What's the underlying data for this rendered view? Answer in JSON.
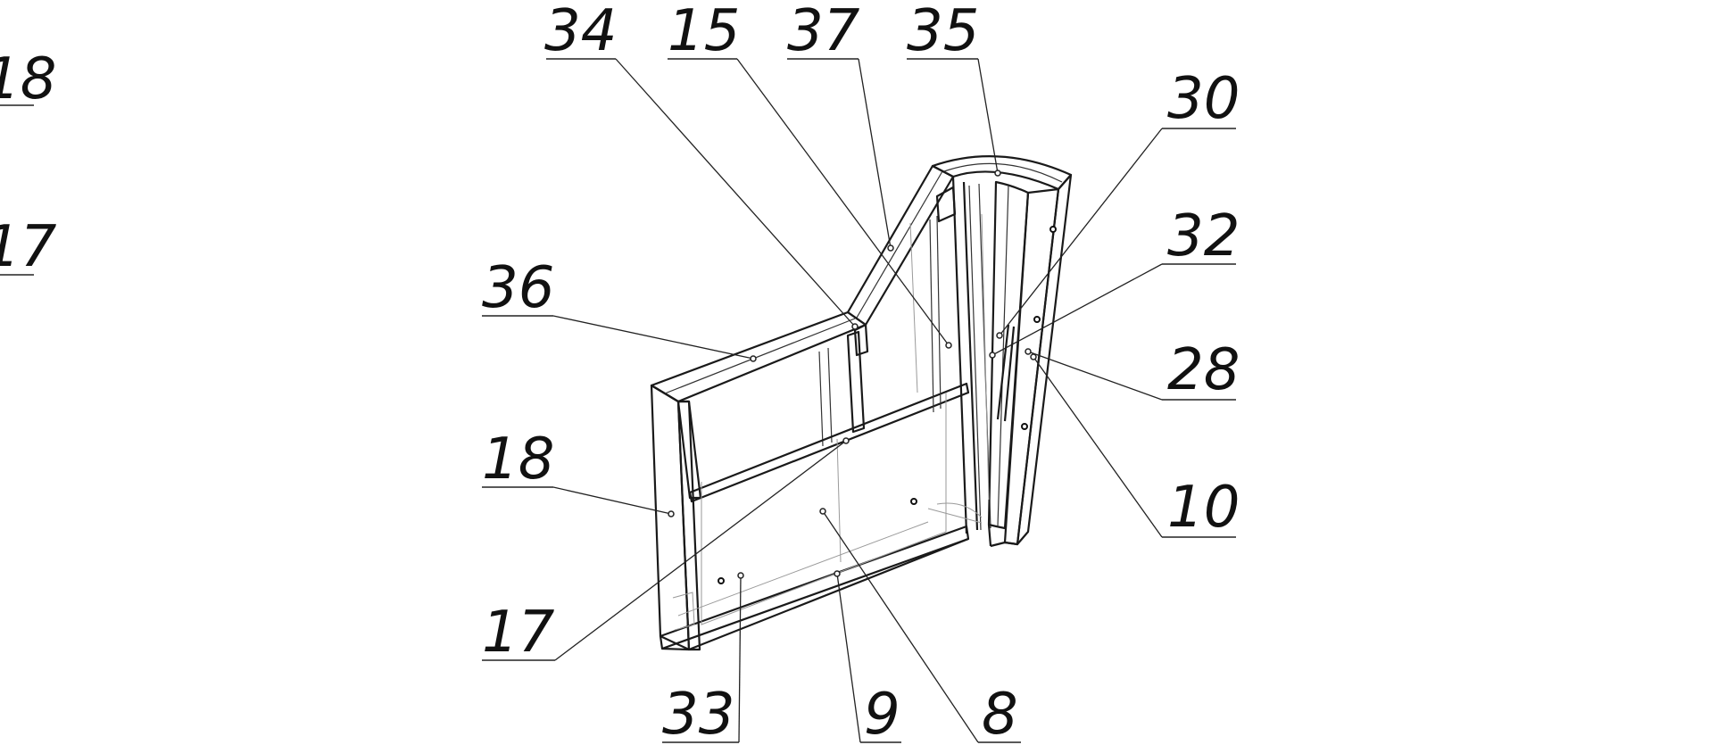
{
  "drawing": {
    "margin_labels": [
      "18",
      "17"
    ],
    "labels": {
      "l34": "34",
      "l15": "15",
      "l37": "37",
      "l35": "35",
      "l30": "30",
      "l32": "32",
      "l28": "28",
      "l10": "10",
      "l36": "36",
      "l18": "18",
      "l17": "17",
      "l33": "33",
      "l9": "9",
      "l8": "8"
    }
  }
}
